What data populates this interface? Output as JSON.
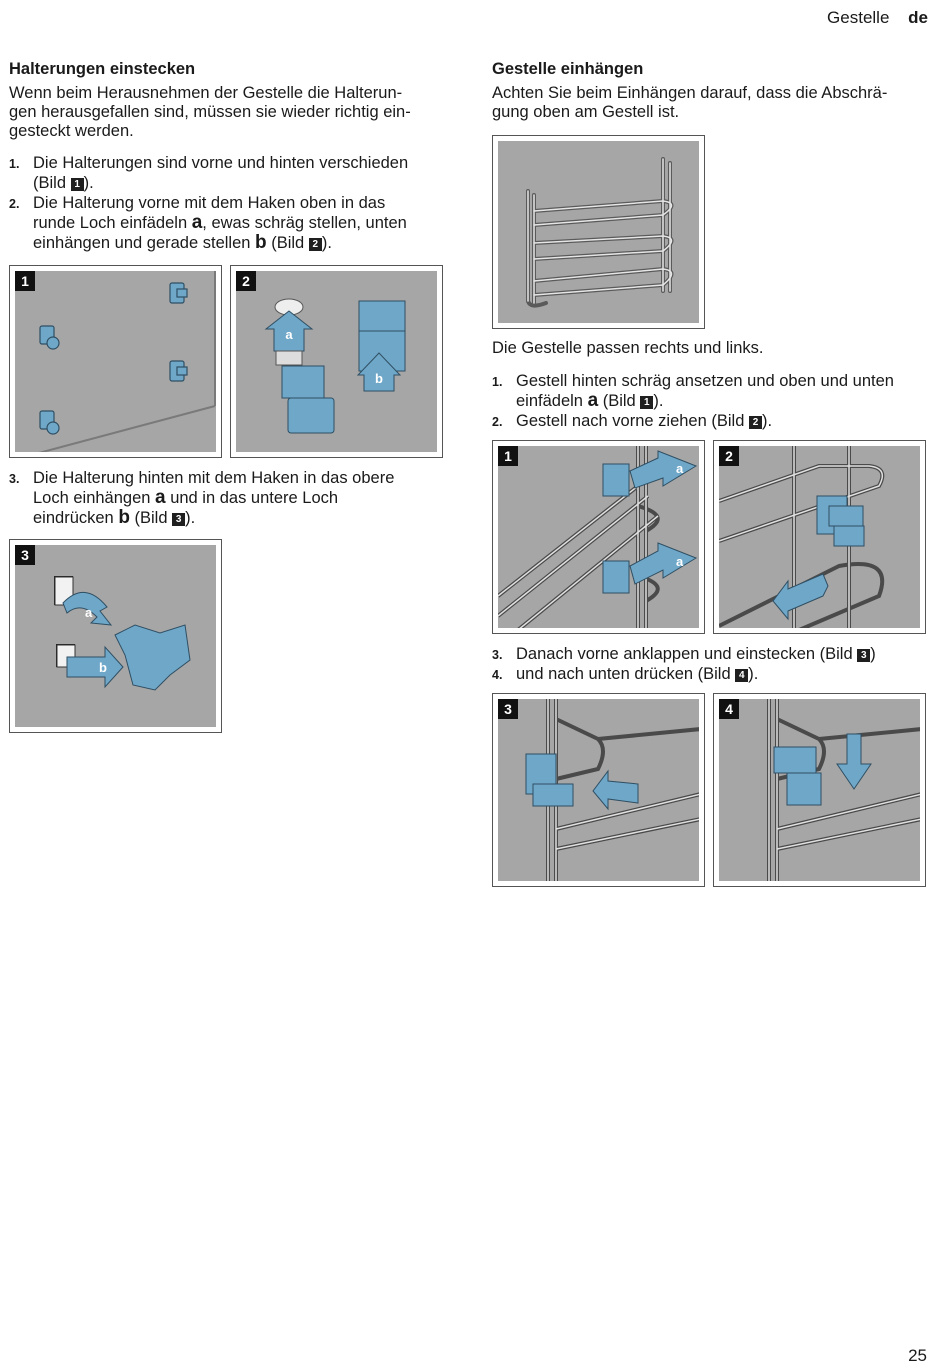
{
  "header": {
    "section": "Gestelle",
    "lang": "de"
  },
  "left": {
    "heading": "Halterungen einstecken",
    "intro": [
      "Wenn beim Herausnehmen der Gestelle die Halterun-",
      "gen herausgefallen sind, müssen sie wieder richtig ein-",
      "gesteckt werden."
    ],
    "steps": [
      {
        "num": "1.",
        "lines": [
          "Die Halterungen sind vorne und hinten verschieden",
          "(Bild ",
          "1",
          ")."
        ]
      },
      {
        "num": "2.",
        "l1": "Die Halterung vorne mit dem Haken oben in das",
        "l2a": "runde Loch einfädeln ",
        "l2b": "a",
        "l2c": ", ewas schräg stellen, unten",
        "l3a": "einhängen und gerade stellen ",
        "l3b": "b",
        "l3c": " (Bild ",
        "l3d": "2",
        "l3e": ")."
      },
      {
        "num": "3.",
        "l1": "Die Halterung hinten mit dem Haken in das obere",
        "l2a": "Loch einhängen ",
        "l2b": "a",
        "l2c": " und in das untere Loch",
        "l3a": "eindrücken ",
        "l3b": "b",
        "l3c": " (Bild ",
        "l3d": "3",
        "l3e": ")."
      }
    ],
    "figures": [
      {
        "tag": "1"
      },
      {
        "tag": "2",
        "a": "a",
        "b": "b"
      },
      {
        "tag": "3",
        "a": "a",
        "b": "b"
      }
    ]
  },
  "right": {
    "heading": "Gestelle einhängen",
    "intro": [
      "Achten Sie beim Einhängen darauf, dass die Abschrä-",
      "gung oben am Gestell ist."
    ],
    "note": "Die Gestelle passen rechts und links.",
    "steps": [
      {
        "num": "1.",
        "l1": "Gestell hinten schräg ansetzen und oben und unten",
        "l2a": "einfädeln ",
        "l2b": "a",
        "l2c": " (Bild ",
        "l2d": "1",
        "l2e": ")."
      },
      {
        "num": "2.",
        "l1a": "Gestell nach vorne ziehen (Bild ",
        "l1b": "2",
        "l1c": ")."
      },
      {
        "num": "3.",
        "l1a": "Danach vorne anklappen und einstecken (Bild ",
        "l1b": "3",
        "l1c": ")"
      },
      {
        "num": "4.",
        "l1a": "und nach unten drücken (Bild ",
        "l1b": "4",
        "l1c": ")."
      }
    ],
    "figures": [
      {
        "tag": "1",
        "a1": "a",
        "a2": "a"
      },
      {
        "tag": "2"
      },
      {
        "tag": "3"
      },
      {
        "tag": "4"
      }
    ]
  },
  "page_number": "25",
  "colors": {
    "figure_bg": "#a6a6a6",
    "part_blue": "#6fa7c9",
    "wire": "#c8c8c8"
  }
}
